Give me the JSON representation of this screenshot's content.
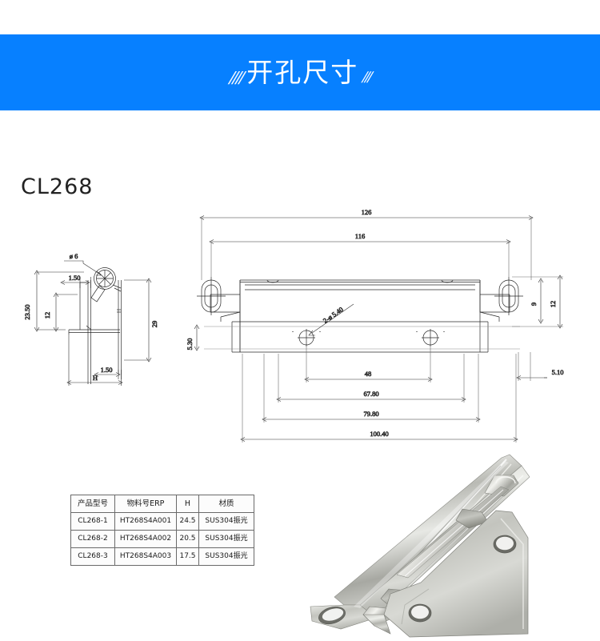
{
  "banner": {
    "title": "开孔尺寸",
    "slashes_left": "////",
    "slashes_right": "///",
    "bg_color": "#0780ff",
    "text_color": "#ffffff"
  },
  "model_label": "CL268",
  "side_view": {
    "name": "side-section-view",
    "dimensions": {
      "hole_dia": "ø 6",
      "top_thickness": "1.50",
      "overall_height": "23.50",
      "inner_height": "12",
      "right_height": "29",
      "bottom_thickness": "1.50",
      "width_symbol": "H"
    }
  },
  "main_view": {
    "name": "top-plan-view",
    "dimensions": {
      "outer_length": "126",
      "inner_length": "116",
      "hole_callout": "2-ø 5.40",
      "center_48": "48",
      "chain_67_80": "67.80",
      "chain_79_80": "79.80",
      "chain_100_40": "100.40",
      "left_vert": "5.30",
      "right_offset": "5.10",
      "right_vert_9": "9",
      "right_vert_12": "12"
    }
  },
  "spec_table": {
    "headers": [
      "产品型号",
      "物料号ERP",
      "H",
      "材质"
    ],
    "rows": [
      {
        "model": "CL268-1",
        "erp": "HT268S4A001",
        "h": "24.5",
        "material": "SUS304振光"
      },
      {
        "model": "CL268-2",
        "erp": "HT268S4A002",
        "h": "20.5",
        "material": "SUS304振光"
      },
      {
        "model": "CL268-3",
        "erp": "HT268S4A003",
        "h": "17.5",
        "material": "SUS304振光"
      }
    ]
  },
  "product_photo": {
    "name": "stainless-steel-hinge-photo",
    "alt": "SUS304 stainless steel concealed hinge product photo"
  }
}
